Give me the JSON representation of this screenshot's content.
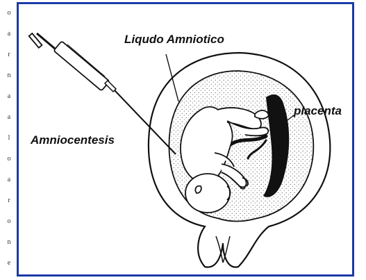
{
  "margin_letters": [
    "o",
    "a",
    "r",
    "n",
    "a",
    "a",
    "l",
    "o",
    "a",
    "r",
    "o",
    "n",
    "e"
  ],
  "labels": {
    "liquid": "Liqudo Amniotico",
    "placenta": "placenta",
    "amniocentesis": "Amniocentesis"
  },
  "colors": {
    "frame": "#1a3aa8",
    "line": "#111111",
    "stipple": "#555555",
    "placenta": "#111111"
  },
  "icons": {
    "syringe": "syringe-icon",
    "uterus": "uterus-icon",
    "fetus": "fetus-icon"
  }
}
